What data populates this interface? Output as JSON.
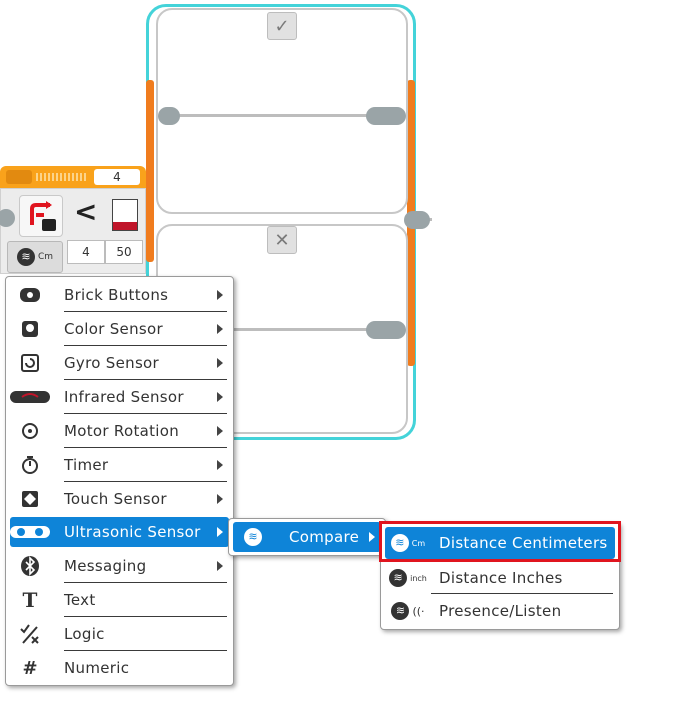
{
  "switch": {
    "true_tab": "✓",
    "false_tab": "✕"
  },
  "block": {
    "header_value": "4",
    "operator": "<",
    "port_value": "4",
    "threshold_value": "50",
    "unit_badge": "Cm"
  },
  "sensor_menu": {
    "items": [
      {
        "label": "Brick Buttons",
        "icon": "brick-buttons-icon",
        "has_submenu": true
      },
      {
        "label": "Color Sensor",
        "icon": "color-sensor-icon",
        "has_submenu": true
      },
      {
        "label": "Gyro Sensor",
        "icon": "gyro-sensor-icon",
        "has_submenu": true
      },
      {
        "label": "Infrared Sensor",
        "icon": "infrared-sensor-icon",
        "has_submenu": true
      },
      {
        "label": "Motor Rotation",
        "icon": "motor-rotation-icon",
        "has_submenu": true
      },
      {
        "label": "Timer",
        "icon": "timer-icon",
        "has_submenu": true
      },
      {
        "label": "Touch Sensor",
        "icon": "touch-sensor-icon",
        "has_submenu": true
      },
      {
        "label": "Ultrasonic Sensor",
        "icon": "ultrasonic-sensor-icon",
        "has_submenu": true,
        "selected": true
      },
      {
        "label": "Messaging",
        "icon": "bluetooth-icon",
        "has_submenu": true
      },
      {
        "label": "Text",
        "icon": "text-icon",
        "has_submenu": false
      },
      {
        "label": "Logic",
        "icon": "logic-icon",
        "has_submenu": false
      },
      {
        "label": "Numeric",
        "icon": "numeric-icon",
        "has_submenu": false
      }
    ]
  },
  "mode_menu": {
    "compare_label": "Compare"
  },
  "compare_menu": {
    "items": [
      {
        "label": "Distance Centimeters",
        "unit": "Cm",
        "selected": true
      },
      {
        "label": "Distance Inches",
        "unit": "inch"
      },
      {
        "label": "Presence/Listen",
        "unit": "((·"
      }
    ]
  },
  "colors": {
    "accent_blue": "#0e84d8",
    "switch_cyan": "#44d3d9",
    "block_orange": "#f9a21b",
    "highlight_red": "#e0151f"
  }
}
